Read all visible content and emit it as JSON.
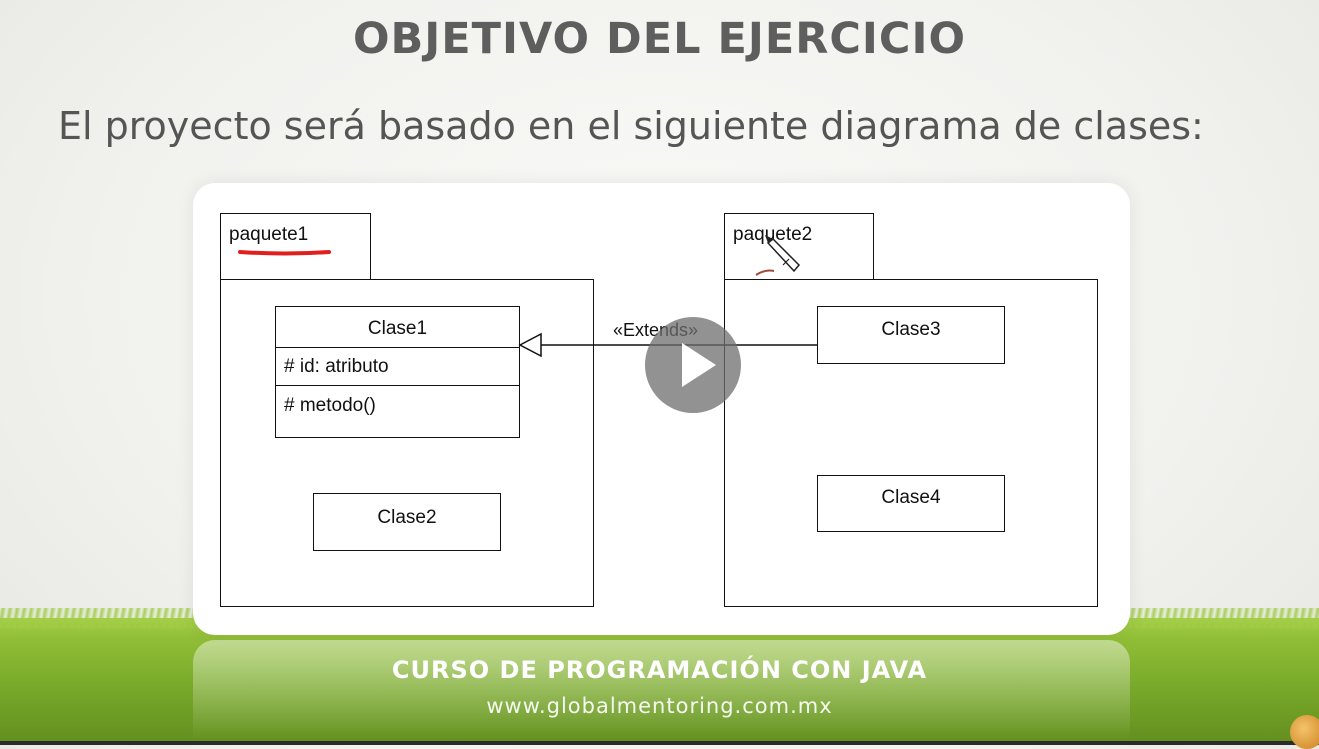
{
  "slide": {
    "title": "OBJETIVO DEL EJERCICIO",
    "subtitle": "El proyecto será basado en el siguiente diagrama de clases:"
  },
  "diagram": {
    "package1": {
      "name": "paquete1",
      "classes": {
        "clase1": {
          "name": "Clase1",
          "attribute": "# id: atributo",
          "method": "# metodo()"
        },
        "clase2": {
          "name": "Clase2"
        }
      }
    },
    "package2": {
      "name": "paquete2",
      "classes": {
        "clase3": {
          "name": "Clase3"
        },
        "clase4": {
          "name": "Clase4"
        }
      }
    },
    "relation_label": "«Extends»"
  },
  "footer": {
    "course": "CURSO DE PROGRAMACIÓN CON JAVA",
    "url": "www.globalmentoring.com.mx"
  },
  "colors": {
    "annotation_red": "#e0201e",
    "title_gray": "#5e5e5e",
    "grass_green": "#79a92a"
  },
  "icons": {
    "play": "play-icon",
    "pencil": "pencil-icon",
    "logo": "logo-icon"
  }
}
